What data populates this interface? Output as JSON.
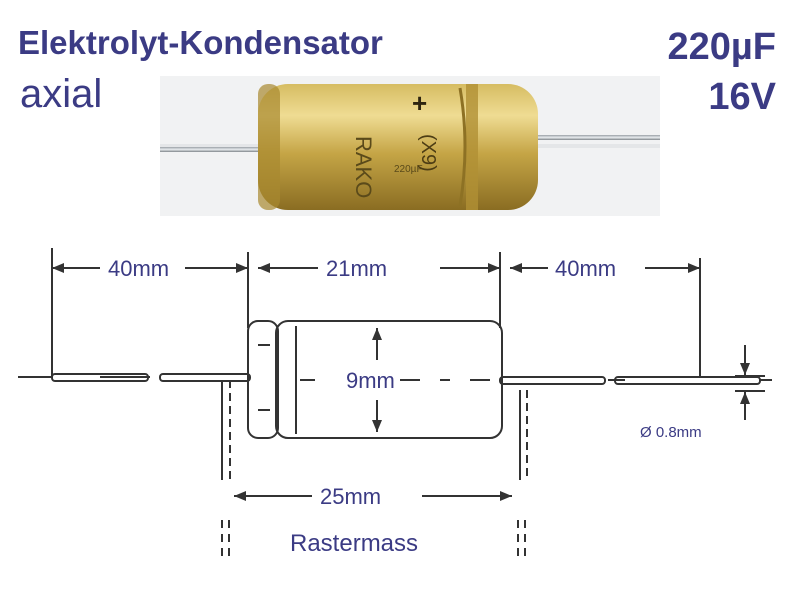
{
  "header": {
    "title": "Elektrolyt-Kondensator",
    "subtitle": "axial",
    "capacitance": "220µF",
    "voltage": "16V"
  },
  "photo": {
    "body_marking_brand": "RAKO",
    "body_marking_code": "(X9)",
    "polarity_symbol": "+"
  },
  "dimensions": {
    "lead_left": "40mm",
    "body_length": "21mm",
    "lead_right": "40mm",
    "diameter": "9mm",
    "lead_diameter": "Ø 0.8mm",
    "pitch": "25mm",
    "pitch_label": "Rastermass"
  },
  "colors": {
    "text": "#3b3b84",
    "capacitor_gold": "#c7a94a",
    "drawing_line": "#333333"
  }
}
